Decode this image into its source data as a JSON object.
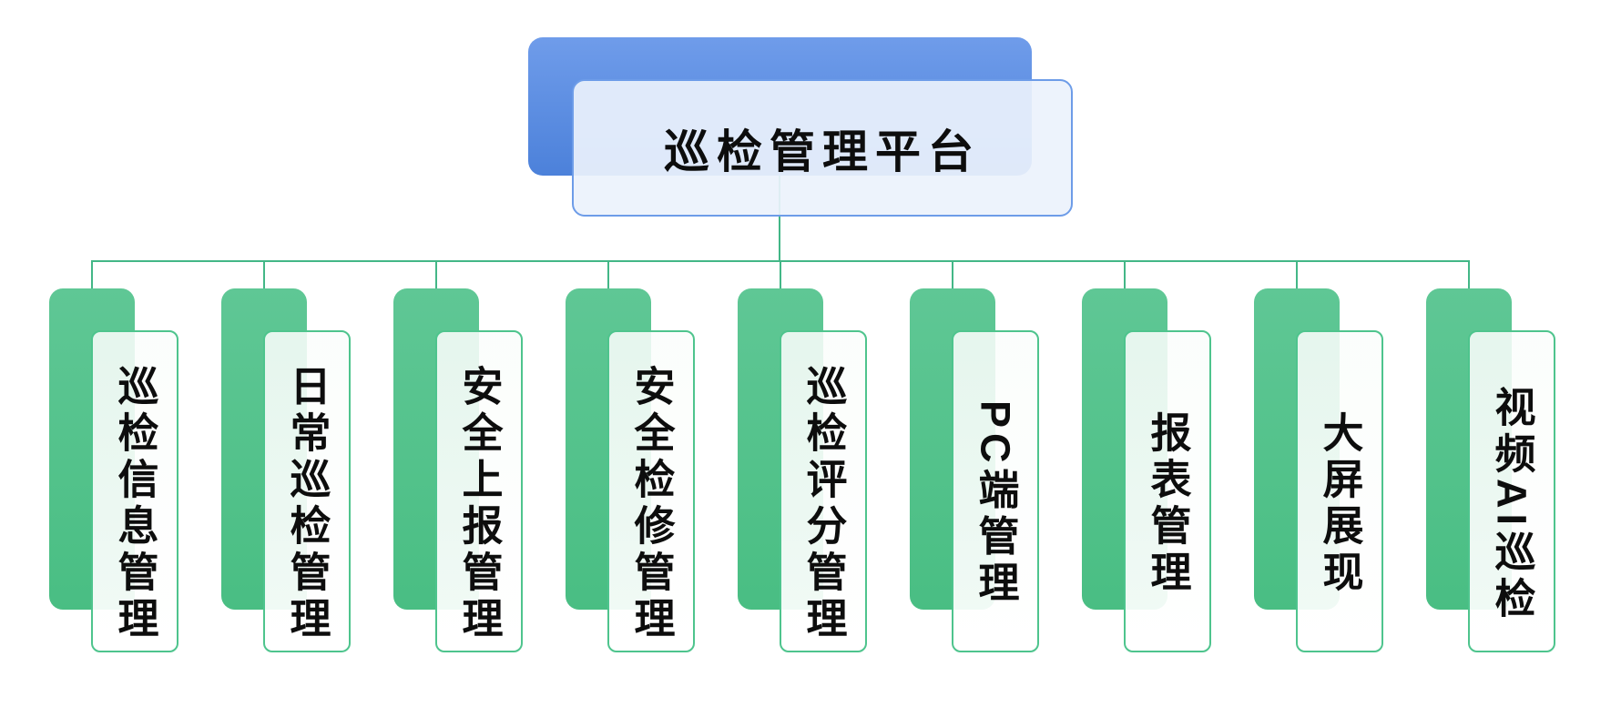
{
  "title": {
    "label": "巡检管理平台"
  },
  "columns": [
    {
      "label": "巡检信息管理"
    },
    {
      "label": "日常巡检管理"
    },
    {
      "label": "安全上报管理"
    },
    {
      "label": "安全检修管理"
    },
    {
      "label": "巡检评分管理"
    },
    {
      "label": "PC端管理"
    },
    {
      "label": "报表管理"
    },
    {
      "label": "大屏展现"
    },
    {
      "label": "视频AI巡检"
    }
  ],
  "colors": {
    "connector_green": "#43b787",
    "card_border_green": "#4ec48d",
    "node_green_top": "#5fc795",
    "node_green_bottom": "#49be83",
    "title_blue_top": "#6f9cea",
    "title_blue_bottom": "#4c81da",
    "title_border_blue": "#6d9ce8",
    "text": "#0d0d0d"
  }
}
